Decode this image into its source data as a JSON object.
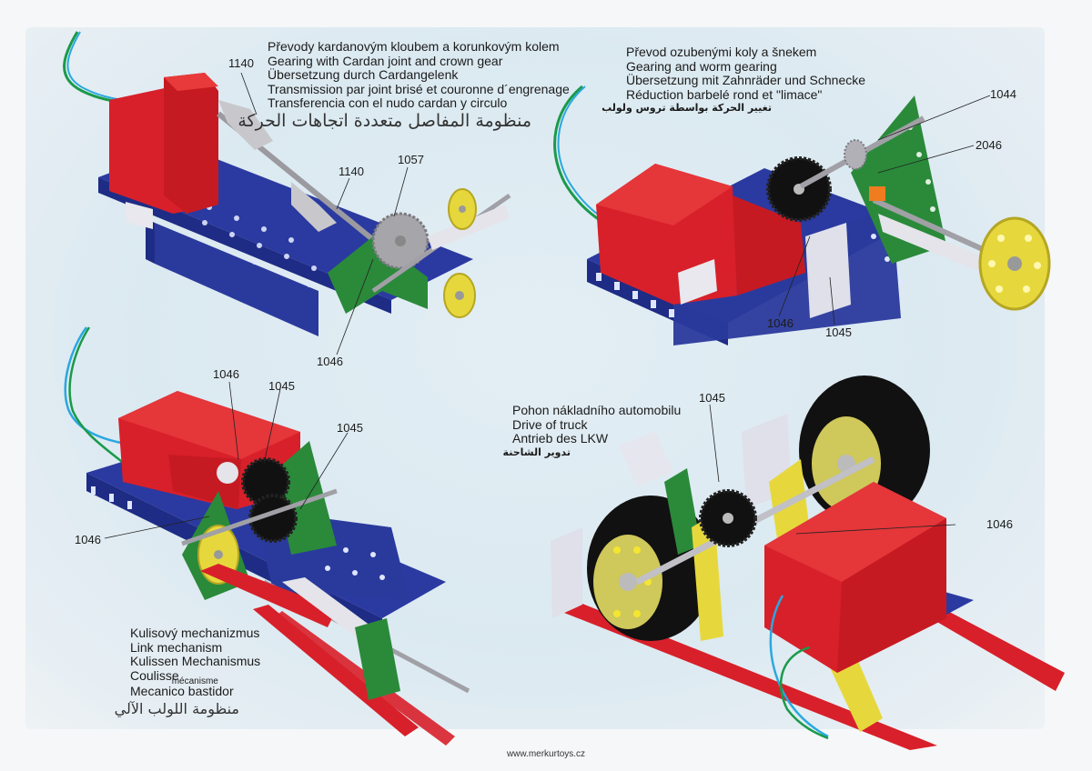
{
  "page": {
    "brand_colors": {
      "model_red": "#d8202a",
      "base_blue": "#2a3a9c",
      "plate_green": "#2a8a3a",
      "yellow_wheel": "#e6d83c",
      "tyre_black": "#111111",
      "panel_bg": "#dce9f1"
    },
    "footer_url": "www.merkurtoys.cz"
  },
  "models": [
    {
      "name": "cardan-joint-model",
      "caption": [
        "Převody kardanovým kloubem a korunkovým kolem",
        "Gearing with Cardan joint and crown gear",
        "Übersetzung durch Cardangelenk",
        "Transmission par joint brisé et couronne d´engrenage",
        "Transferencia con el nudo cardan y circulo"
      ],
      "caption_arabic": "منظومة المفاصل متعددة اتجاهات الحركة",
      "parts": [
        "1140",
        "1140",
        "1057",
        "1046"
      ]
    },
    {
      "name": "worm-gearing-model",
      "caption": [
        "Převod ozubenými koly a šnekem",
        "Gearing and worm gearing",
        "Übersetzung mit Zahnräder und Schnecke",
        "Réduction barbelé rond et \"limace\""
      ],
      "caption_arabic": "تغيير الحركة بواسطة تروس ولولب",
      "parts": [
        "1044",
        "2046",
        "1046",
        "1045"
      ]
    },
    {
      "name": "link-mechanism-model",
      "caption": [
        "Kulisový mechanizmus",
        "Link mechanism",
        "Kulissen Mechanismus",
        "Coulisse",
        "Mecanico bastidor"
      ],
      "caption_overlay": "mécanisme",
      "caption_arabic": "منظومة اللولب الآلي",
      "parts": [
        "1046",
        "1045",
        "1045",
        "1046"
      ]
    },
    {
      "name": "truck-drive-model",
      "caption": [
        "Pohon nákladního automobilu",
        "Drive of truck",
        "Antrieb des LKW"
      ],
      "caption_arabic": "تدوير الشاحنة",
      "parts": [
        "1045",
        "1046"
      ]
    }
  ]
}
